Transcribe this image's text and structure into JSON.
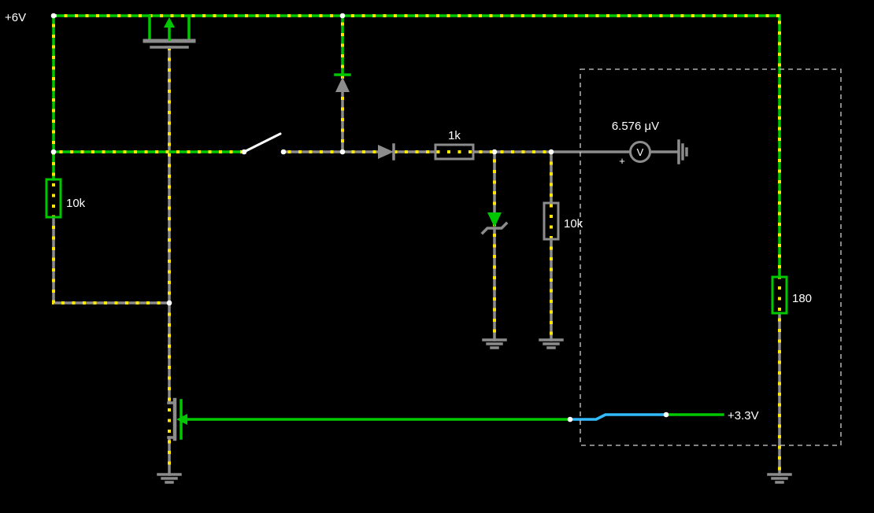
{
  "power": {
    "supply_label": "+6V",
    "output_label": "+3.3V"
  },
  "resistors": {
    "left": "10k",
    "series": "1k",
    "mid": "10k",
    "load": "180"
  },
  "meter": {
    "reading": "6.576 μV",
    "symbol": "V",
    "polarity": "+"
  },
  "switch": {
    "state": "open"
  },
  "colors": {
    "background": "#000000",
    "wire_high": "#00c800",
    "wire_neutral": "#8c8c8c",
    "current_dot": "#ffe600",
    "selected_wire": "#33bbff",
    "node_dot": "#ffffff",
    "label_text": "#ffffff"
  }
}
